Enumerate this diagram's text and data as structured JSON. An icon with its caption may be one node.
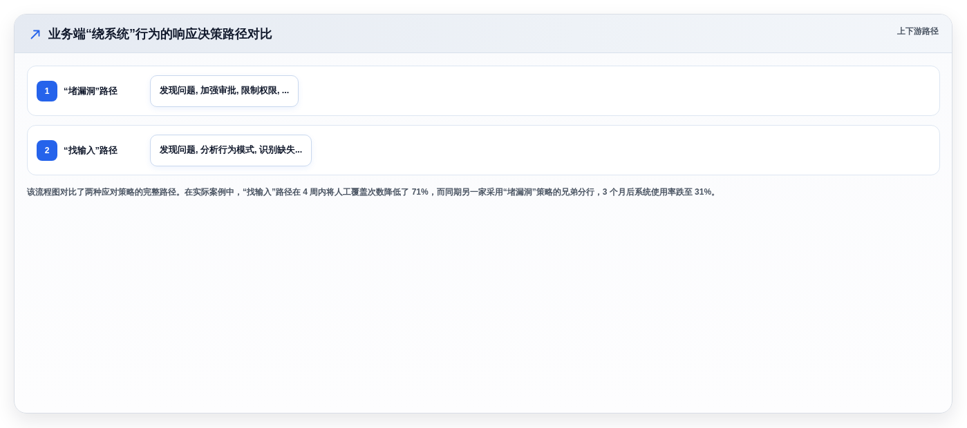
{
  "diagram": {
    "title": "业务端“绕系统”行为的响应决策路径对比",
    "nodes": [
      {
        "text": [
          "“堵漏洞”路径"
        ]
      },
      {
        "text": [
          "1"
        ],
        "in": 0
      },
      {
        "text": [
          "发现问题, 加强审批, 限制权限, ..."
        ],
        "in": 0
      },
      {
        "text": [
          "“找输入”路径"
        ]
      },
      {
        "text": [
          "2"
        ],
        "in": 3
      },
      {
        "text": [
          "发现问题, 分析行为模式, 识别缺失..."
        ],
        "in": 3
      }
    ],
    "labels": [
      "上下游路径"
    ],
    "caption": "该流程图对比了两种应对策略的完整路径。在实际案例中，“找输入”路径在 4 周内将人工覆盖次数降低了 71%，而同期另一家采用“堵漏洞”策略的兄弟分行，3 个月后系统使用率跌至 31%。"
  }
}
